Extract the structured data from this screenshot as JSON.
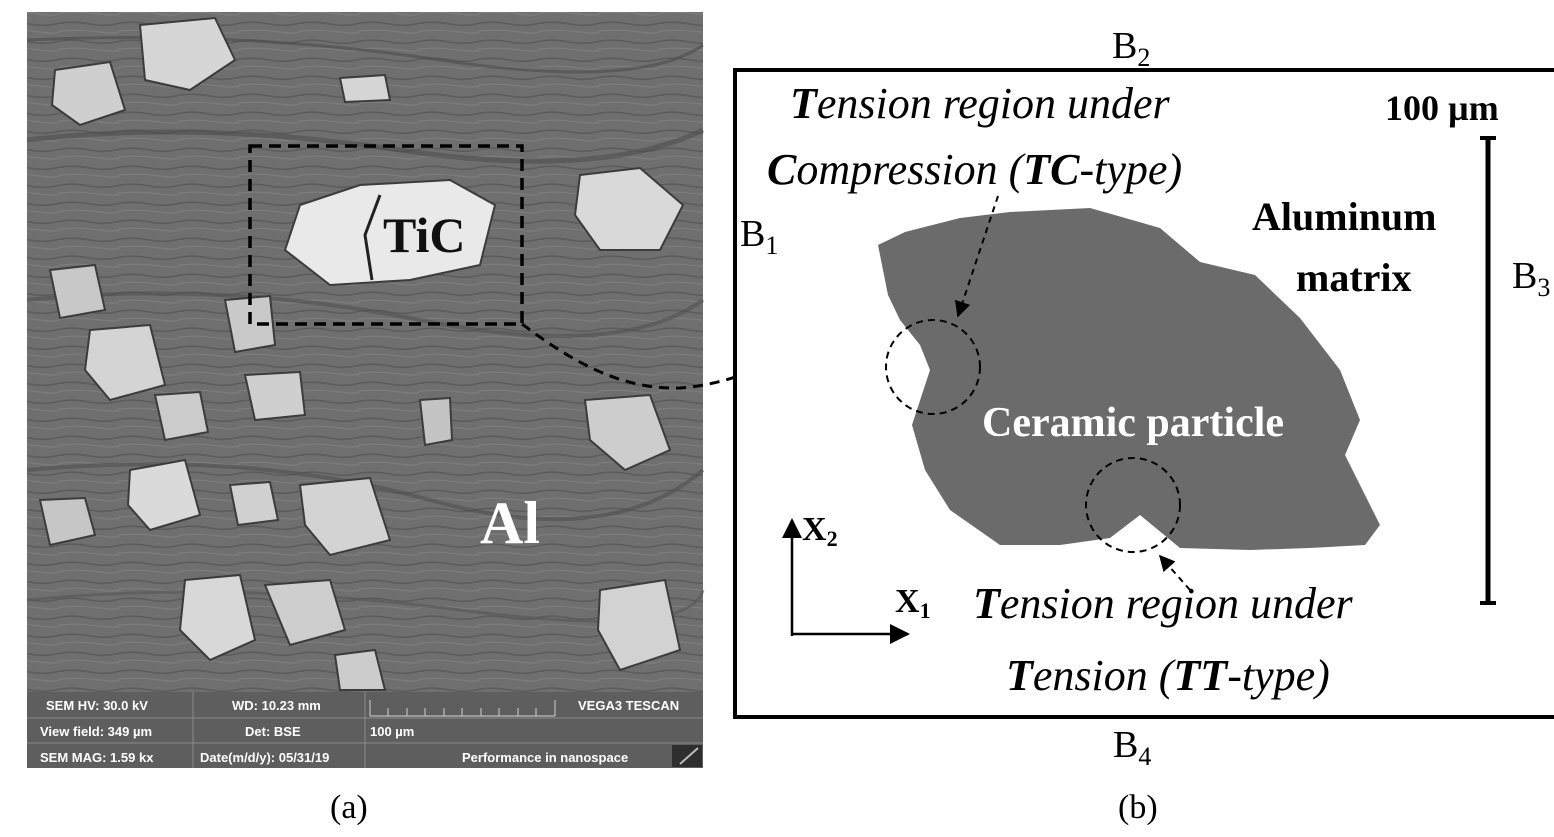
{
  "panel_a": {
    "caption": "(a)",
    "label_tic": "TiC",
    "label_al": "Al",
    "sem_info": {
      "hv": "SEM HV: 30.0 kV",
      "wd": "WD: 10.23 mm",
      "brand": "VEGA3 TESCAN",
      "view_field": "View field: 349 µm",
      "det": "Det: BSE",
      "scale": "100 µm",
      "mag": "SEM MAG: 1.59 kx",
      "date": "Date(m/d/y): 05/31/19",
      "slogan": "Performance in nanospace"
    }
  },
  "panel_b": {
    "caption": "(b)",
    "b1": "B",
    "b1_sub": "1",
    "b2": "B",
    "b2_sub": "2",
    "b3": "B",
    "b3_sub": "3",
    "b4": "B",
    "b4_sub": "4",
    "scale_bar": "100 µm",
    "matrix_line1": "Aluminum",
    "matrix_line2": "matrix",
    "particle": "Ceramic particle",
    "tc_line1_cap": "T",
    "tc_line1_rest": "ension region under",
    "tc_line2_cap": "C",
    "tc_line2_mid": "ompression (",
    "tc_line2_bold": "TC",
    "tc_line2_end": "-type)",
    "tt_line1_cap": "T",
    "tt_line1_rest": "ension region under",
    "tt_line2_cap": "T",
    "tt_line2_mid": "ension (",
    "tt_line2_bold": "TT",
    "tt_line2_end": "-type)",
    "axis_x1": "X",
    "axis_x1_sub": "1",
    "axis_x2": "X",
    "axis_x2_sub": "2"
  },
  "colors": {
    "sem_matrix": "#6e6e6e",
    "particle": "#6b6b6b",
    "sem_bar": "#5a5a5a"
  }
}
